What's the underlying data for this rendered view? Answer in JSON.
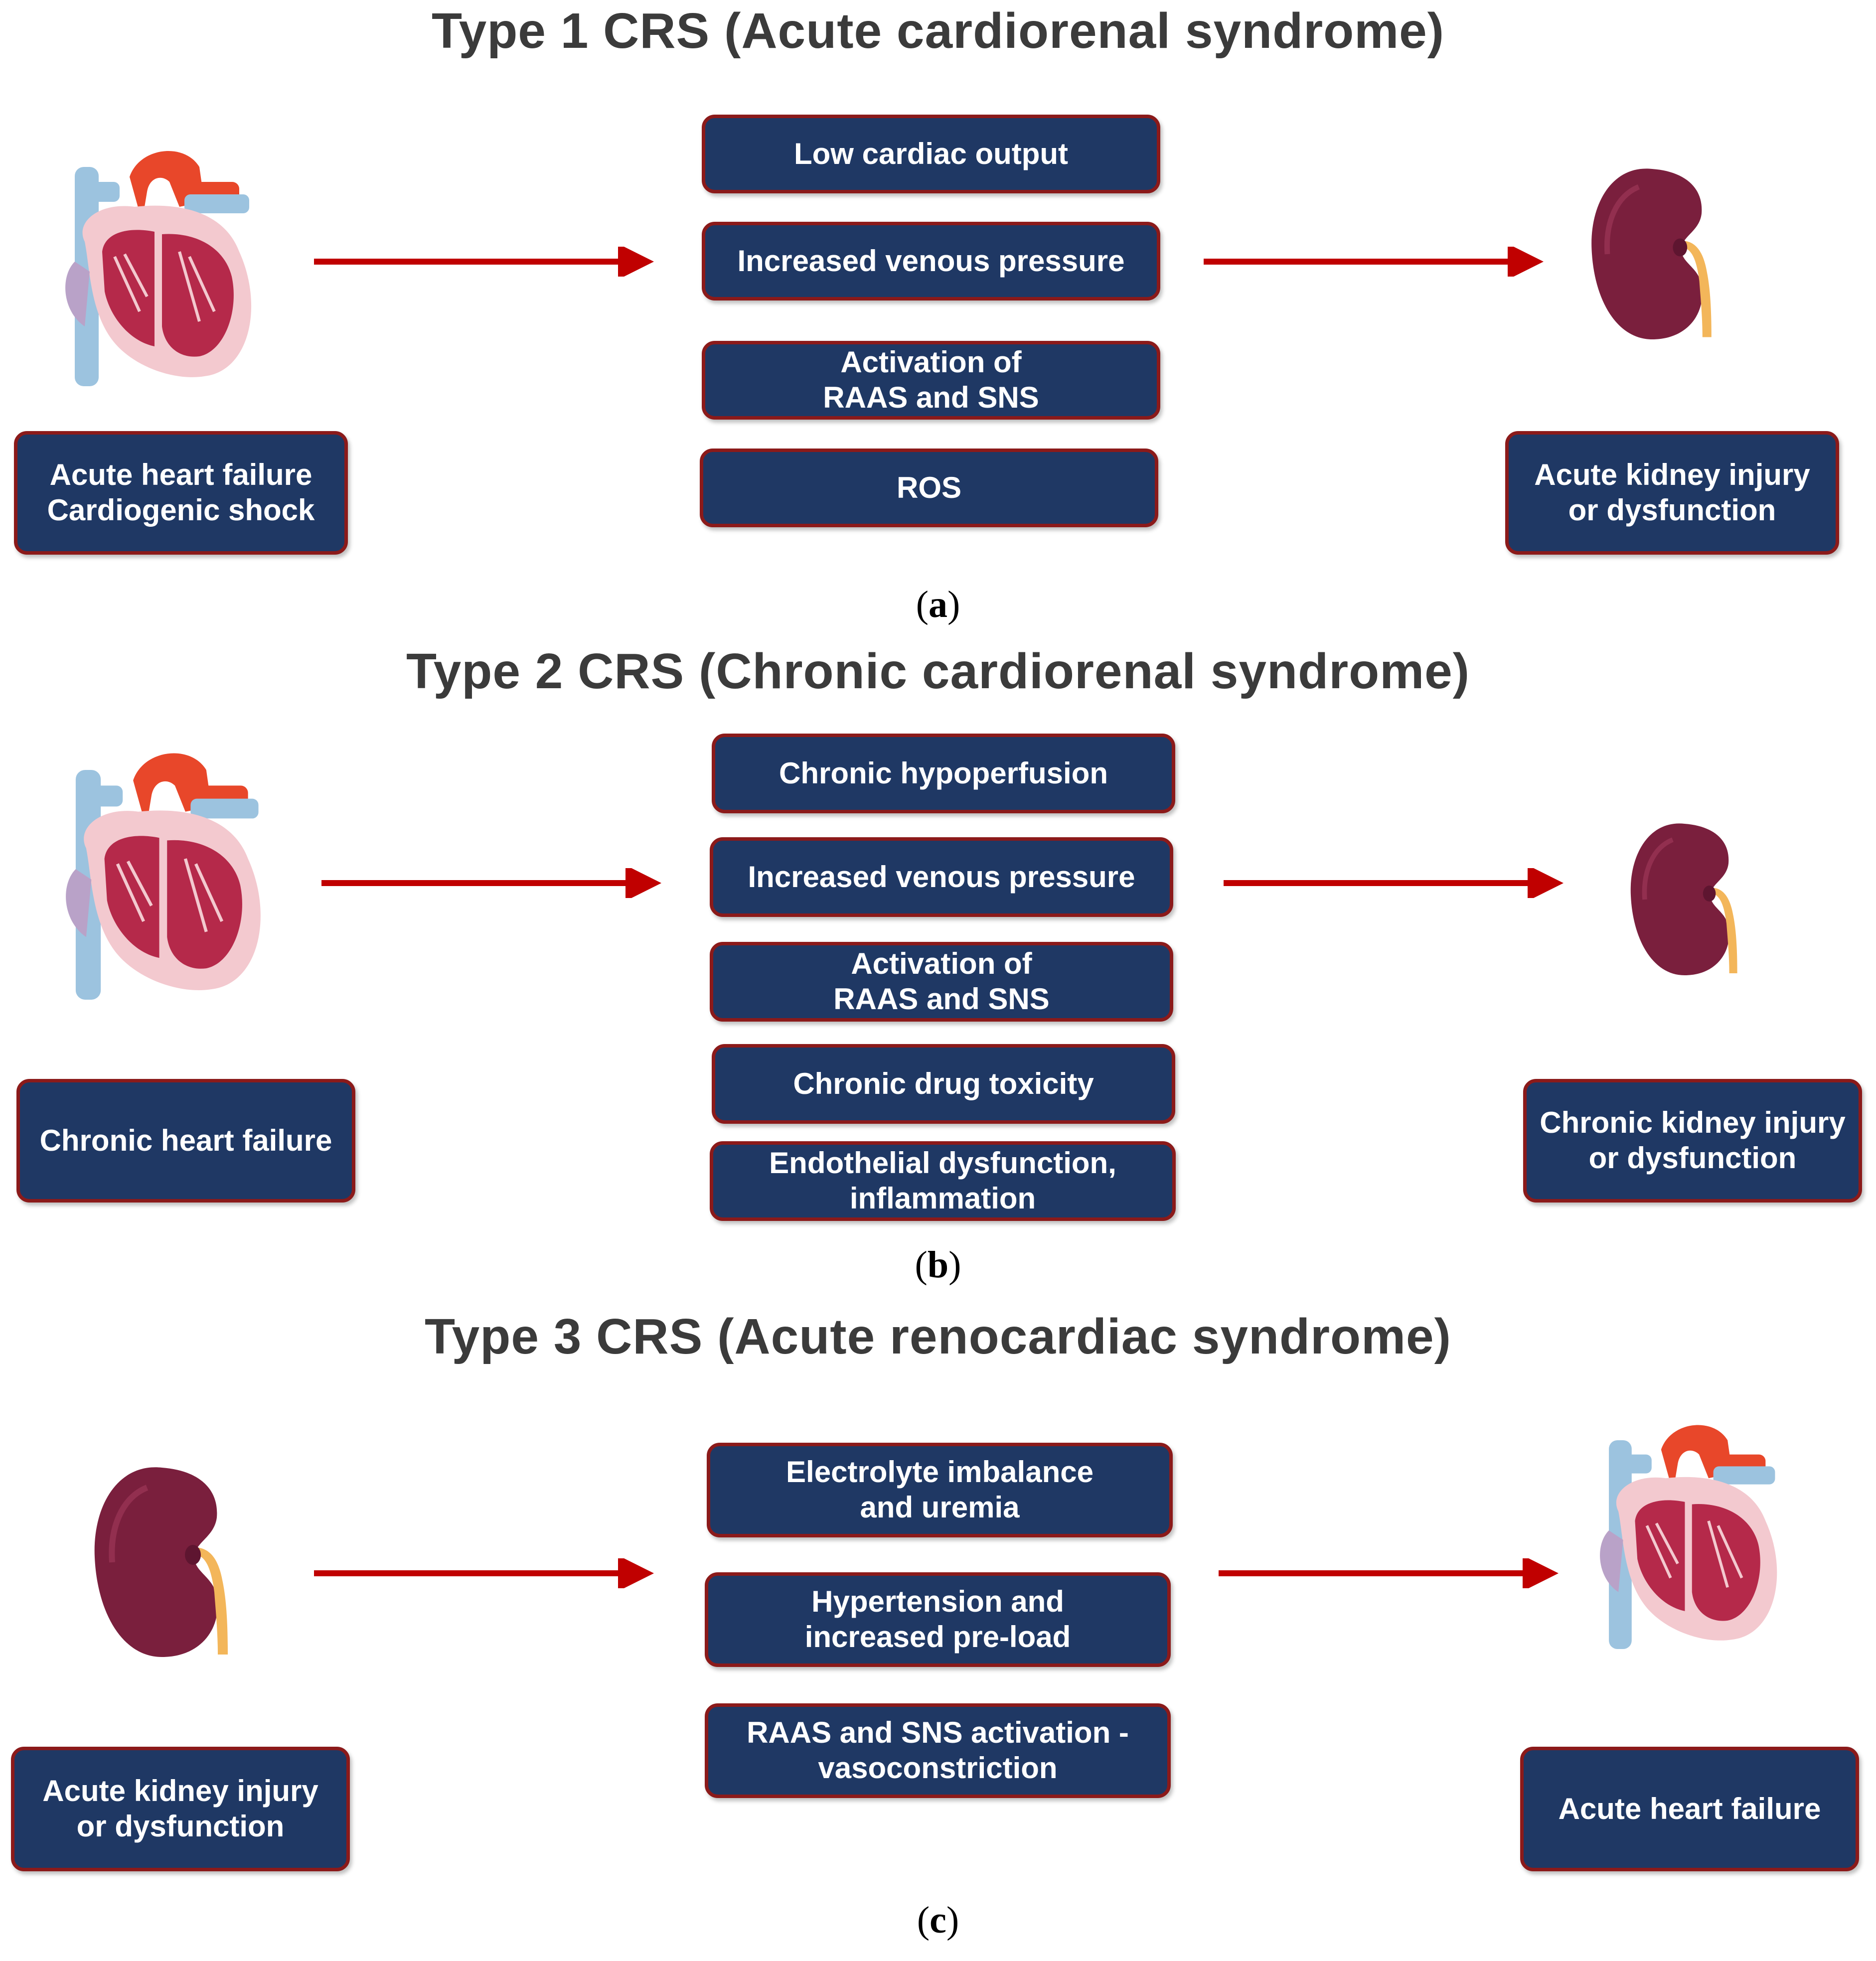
{
  "panels": [
    {
      "title": "Type 1 CRS (Acute cardiorenal syndrome)",
      "label": "a",
      "source_caption": "Acute heart failure\nCardiogenic shock",
      "mechanisms": [
        "Low cardiac output",
        "Increased venous pressure",
        "Activation of\nRAAS  and SNS",
        "ROS"
      ],
      "target_caption": "Acute kidney injury\nor  dysfunction",
      "source_icon": "heart-icon",
      "target_icon": "kidney-icon"
    },
    {
      "title": "Type 2 CRS (Chronic cardiorenal syndrome)",
      "label": "b",
      "source_caption": "Chronic heart failure",
      "mechanisms": [
        "Chronic hypoperfusion",
        "Increased venous pressure",
        "Activation of\nRAAS  and SNS",
        "Chronic drug toxicity",
        "Endothelial dysfunction,\ninflammation"
      ],
      "target_caption": "Chronic kidney injury\nor  dysfunction",
      "source_icon": "heart-icon",
      "target_icon": "kidney-icon"
    },
    {
      "title": "Type 3 CRS (Acute renocardiac syndrome)",
      "label": "c",
      "source_caption": "Acute kidney injury\nor  dysfunction",
      "mechanisms": [
        "Electrolyte imbalance\nand uremia",
        "Hypertension and\nincreased pre-load",
        "RAAS  and SNS activation -\nvasoconstriction"
      ],
      "target_caption": "Acute heart failure",
      "source_icon": "kidney-icon",
      "target_icon": "heart-icon"
    }
  ],
  "colors": {
    "box_fill": "#1f3864",
    "box_border": "#8b1a1a",
    "arrow": "#c00000",
    "title": "#3b3b3b"
  }
}
